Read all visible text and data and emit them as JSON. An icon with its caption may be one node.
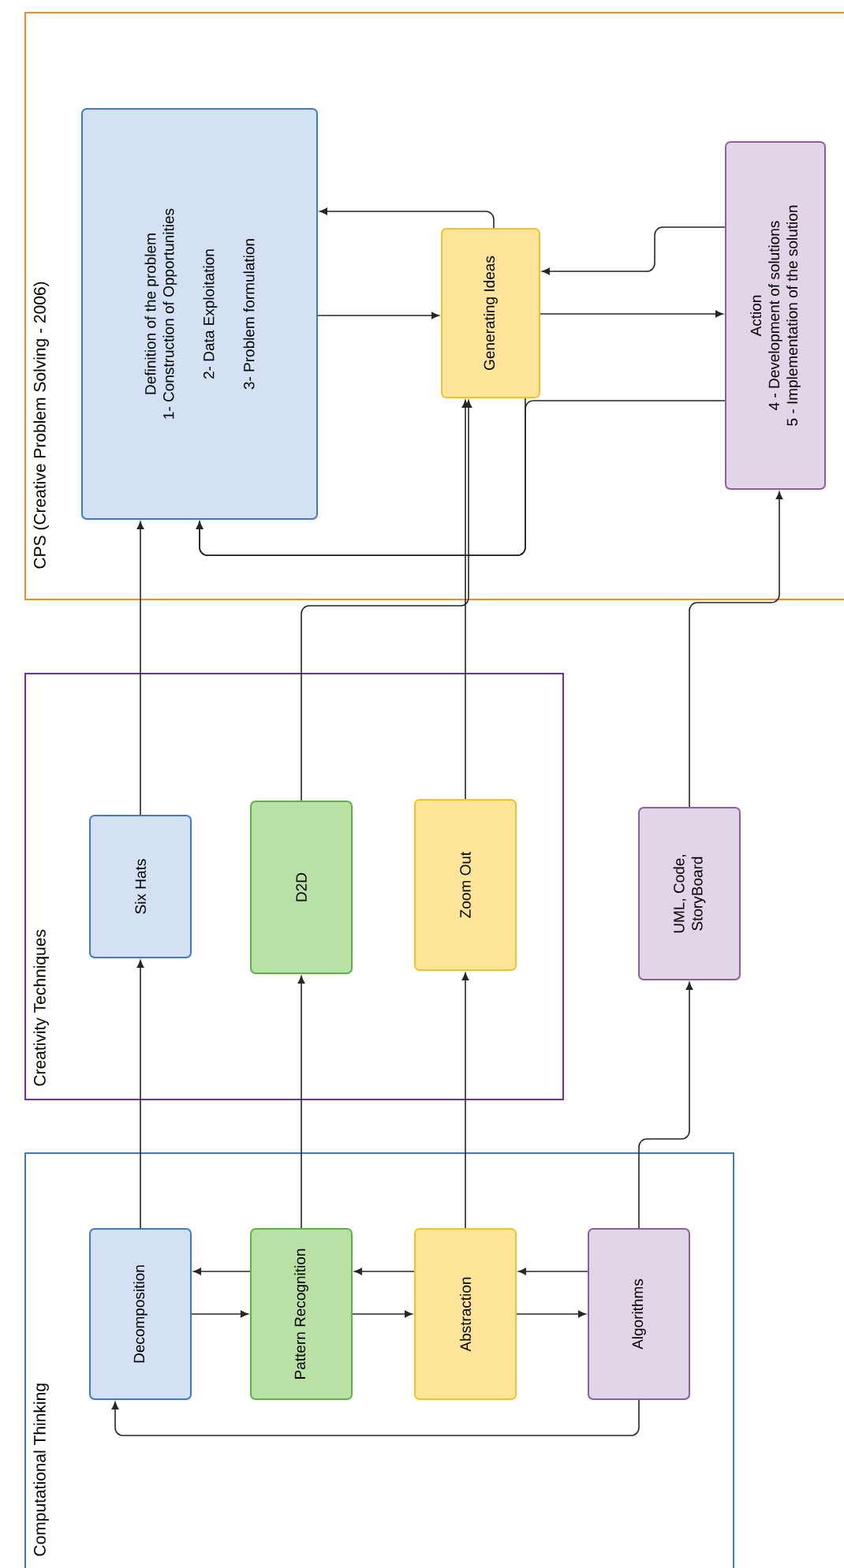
{
  "diagram": {
    "nodes": [
      {
        "text": [
          "CPS (Creative Problem Solving - 2006)"
        ]
      },
      {
        "text": [
          "Definition of the problem",
          "1- Construction of Opportunities",
          "2- Data Exploitation",
          "3- Problem formulation"
        ],
        "in": 0
      },
      {
        "text": [
          "Generating Ideas"
        ],
        "in": 0
      },
      {
        "text": [
          "Action",
          "4 - Development of solutions",
          "5 - Implementation of the solution"
        ],
        "in": 0
      },
      {
        "text": [
          "Creativity Techniques"
        ]
      },
      {
        "text": [
          "Six Hats"
        ],
        "in": 4
      },
      {
        "text": [
          "D2D"
        ],
        "in": 4
      },
      {
        "text": [
          "Zoom Out"
        ],
        "in": 4
      },
      {
        "text": [
          "UML, Code, StoryBoard"
        ]
      },
      {
        "text": [
          "Computational Thinking"
        ]
      },
      {
        "text": [
          "Decomposition"
        ],
        "in": 9
      },
      {
        "text": [
          "Pattern Recognition"
        ],
        "in": 9
      },
      {
        "text": [
          "Abstraction"
        ],
        "in": 9
      },
      {
        "text": [
          "Algorithms"
        ],
        "in": 9
      }
    ],
    "edges": [
      {
        "from": 10,
        "to": 11,
        "arrow": "to"
      },
      {
        "from": 11,
        "to": 10,
        "arrow": "to"
      },
      {
        "from": 11,
        "to": 12,
        "arrow": "to"
      },
      {
        "from": 12,
        "to": 11,
        "arrow": "to"
      },
      {
        "from": 12,
        "to": 13,
        "arrow": "to"
      },
      {
        "from": 13,
        "to": 12,
        "arrow": "to"
      },
      {
        "from": 13,
        "to": 10,
        "arrow": "to"
      },
      {
        "from": 10,
        "to": 5,
        "arrow": "to"
      },
      {
        "from": 11,
        "to": 6,
        "arrow": "to"
      },
      {
        "from": 12,
        "to": 7,
        "arrow": "to"
      },
      {
        "from": 13,
        "to": 8,
        "arrow": "to"
      },
      {
        "from": 5,
        "to": 1,
        "arrow": "to"
      },
      {
        "from": 6,
        "to": 2,
        "arrow": "to"
      },
      {
        "from": 7,
        "to": 2,
        "arrow": "to"
      },
      {
        "from": 8,
        "to": 3,
        "arrow": "to"
      },
      {
        "from": 1,
        "to": 2,
        "arrow": "to"
      },
      {
        "from": 2,
        "to": 1,
        "arrow": "to"
      },
      {
        "from": 2,
        "to": 3,
        "arrow": "to"
      },
      {
        "from": 3,
        "to": 2,
        "arrow": "to"
      },
      {
        "from": 2,
        "to": 1,
        "arrow": "to"
      },
      {
        "from": 3,
        "to": 1,
        "arrow": "to"
      }
    ]
  }
}
